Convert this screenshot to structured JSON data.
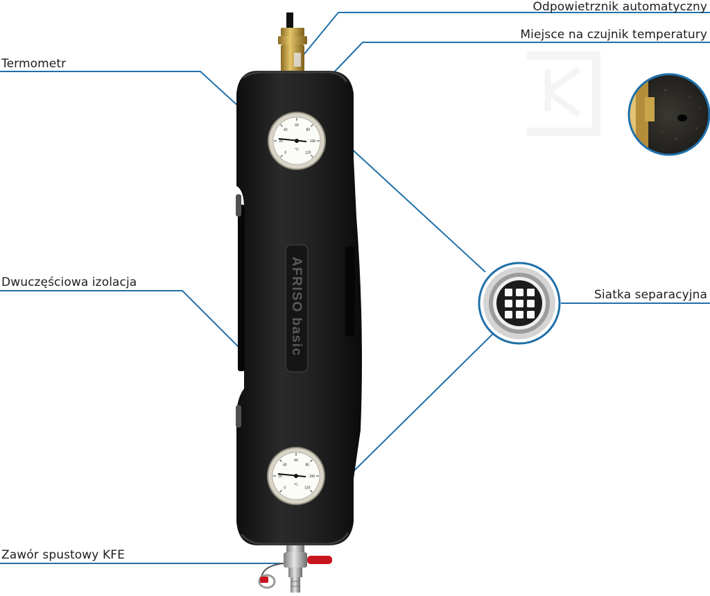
{
  "callouts": {
    "vent": "Odpowietrznik automatyczny",
    "sensor": "Miejsce na czujnik temperatury",
    "thermometer": "Termometr",
    "insulation": "Dwuczęściowa izolacja",
    "mesh": "Siatka separacyjna",
    "drain": "Zawór spustowy KFE"
  },
  "product": {
    "logo_text": "AFRISO basic"
  },
  "gauge": {
    "ticks": [
      "0",
      "20",
      "40",
      "60",
      "80",
      "100",
      "120"
    ],
    "unit": "°C"
  },
  "colors": {
    "leader_line": "#1f6fa8",
    "insulation": "#1c1c1c",
    "brass": "#c9a54a",
    "valve_handle": "#c8141e"
  }
}
